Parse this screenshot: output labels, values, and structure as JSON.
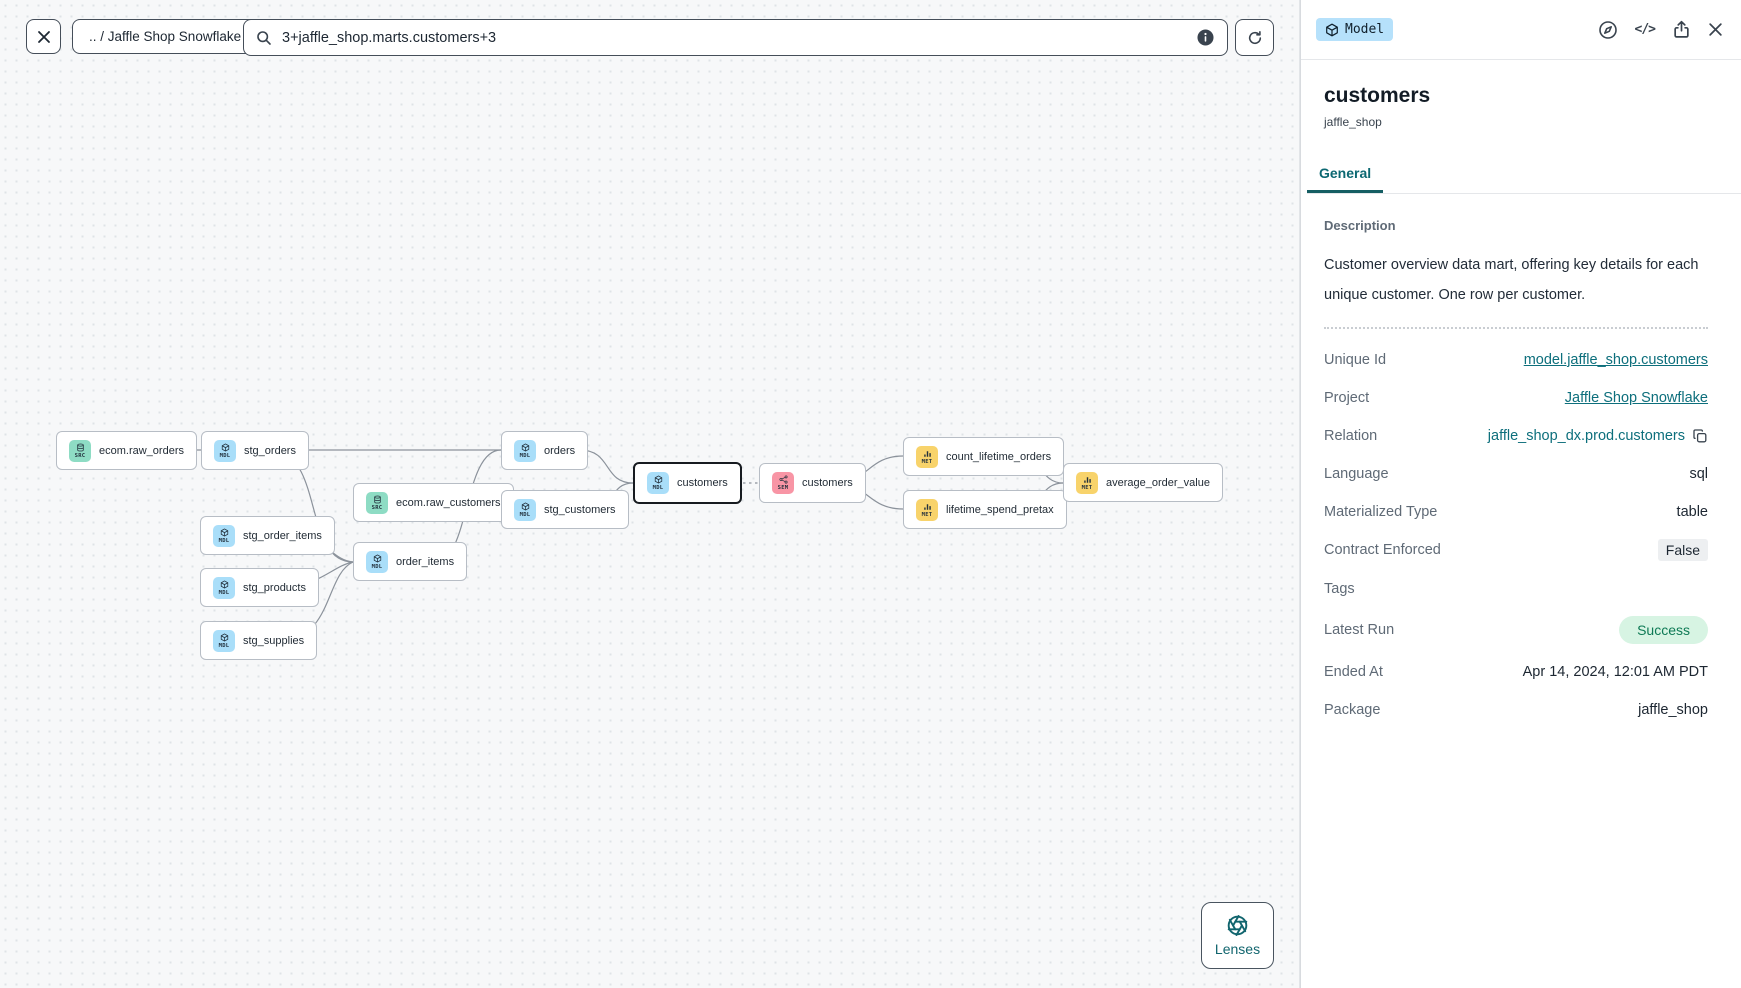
{
  "topbar": {
    "breadcrumb": ".. / Jaffle Shop Snowflake",
    "search_value": "3+jaffle_shop.marts.customers+3"
  },
  "icons": {
    "code_icon": "</>"
  },
  "canvas": {
    "lenses_label": "Lenses",
    "nodes": [
      {
        "label": "ecom.raw_orders",
        "type": "SRC"
      },
      {
        "label": "stg_orders",
        "type": "MDL"
      },
      {
        "label": "stg_order_items",
        "type": "MDL"
      },
      {
        "label": "stg_products",
        "type": "MDL"
      },
      {
        "label": "stg_supplies",
        "type": "MDL"
      },
      {
        "label": "ecom.raw_customers",
        "type": "SRC"
      },
      {
        "label": "order_items",
        "type": "MDL"
      },
      {
        "label": "orders",
        "type": "MDL"
      },
      {
        "label": "stg_customers",
        "type": "MDL"
      },
      {
        "label": "customers",
        "type": "MDL"
      },
      {
        "label": "customers",
        "type": "SEM"
      },
      {
        "label": "count_lifetime_orders",
        "type": "MET"
      },
      {
        "label": "lifetime_spend_pretax",
        "type": "MET"
      },
      {
        "label": "average_order_value",
        "type": "MET"
      }
    ]
  },
  "panel": {
    "badge": "Model",
    "title": "customers",
    "subtitle": "jaffle_shop",
    "tabs": [
      {
        "label": "General"
      }
    ],
    "description_label": "Description",
    "description": "Customer overview data mart, offering key details for each unique customer. One row per customer.",
    "fields": [
      {
        "label": "Unique Id",
        "value": "model.jaffle_shop.customers"
      },
      {
        "label": "Project",
        "value": "Jaffle Shop Snowflake"
      },
      {
        "label": "Relation",
        "value": "jaffle_shop_dx.prod.customers"
      },
      {
        "label": "Language",
        "value": "sql"
      },
      {
        "label": "Materialized Type",
        "value": "table"
      },
      {
        "label": "Contract Enforced",
        "value": "False"
      },
      {
        "label": "Tags",
        "value": ""
      },
      {
        "label": "Latest Run",
        "value": "Success"
      },
      {
        "label": "Ended At",
        "value": "Apr 14, 2024, 12:01 AM PDT"
      },
      {
        "label": "Package",
        "value": "jaffle_shop"
      }
    ],
    "colors": {
      "accent_teal": "#0d6f7c",
      "success_bg": "#d7f4e3",
      "success_text": "#0e7a55",
      "model_badge_bg": "#b6e1fb",
      "node_model": "#a9def9",
      "node_source": "#8edcc4",
      "node_semantic": "#f895a5",
      "node_metric": "#f8d36b"
    }
  }
}
